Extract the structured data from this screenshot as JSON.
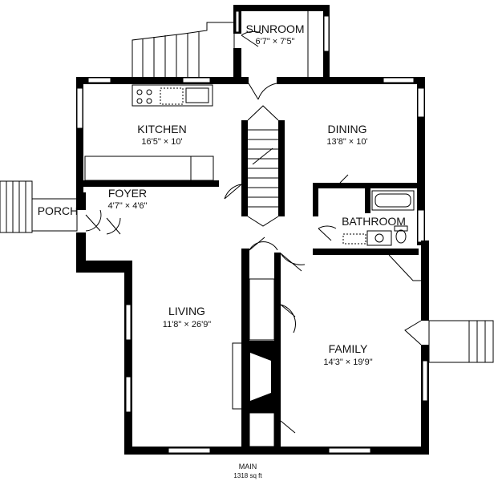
{
  "rooms": {
    "sunroom": {
      "name": "SUNROOM",
      "dims": "6'7\" × 7'5\""
    },
    "kitchen": {
      "name": "KITCHEN",
      "dims": "16'5\" × 10'"
    },
    "dining": {
      "name": "DINING",
      "dims": "13'8\" × 10'"
    },
    "foyer": {
      "name": "FOYER",
      "dims": "4'7\" × 4'6\""
    },
    "porch": {
      "name": "PORCH"
    },
    "bathroom": {
      "name": "BATHROOM"
    },
    "living": {
      "name": "LIVING",
      "dims": "11'8\" × 26'9\""
    },
    "family": {
      "name": "FAMILY",
      "dims": "14'3\" × 19'9\""
    }
  },
  "footer": {
    "floor": "MAIN",
    "area": "1318 sq ft"
  }
}
